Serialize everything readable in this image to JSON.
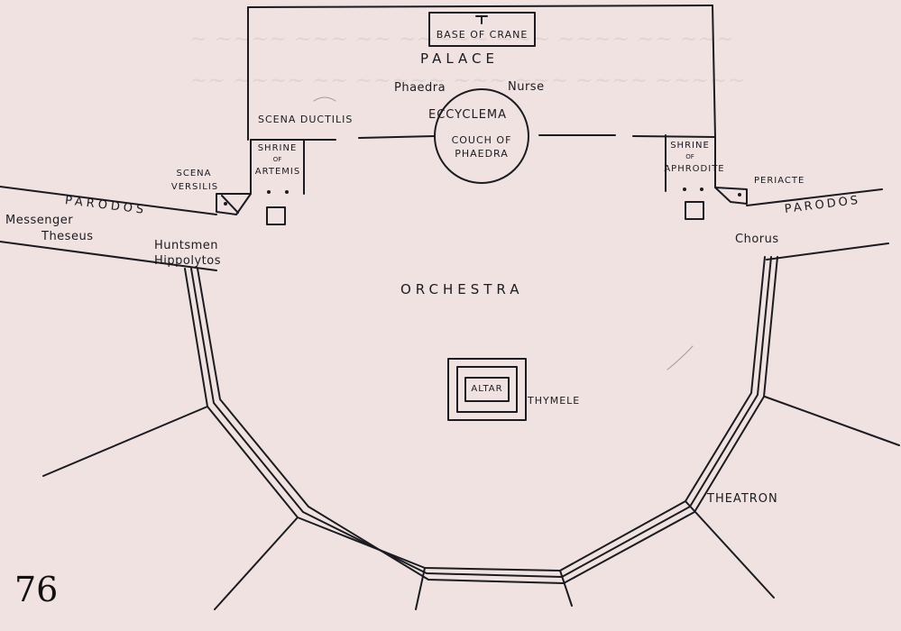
{
  "page_number": "76",
  "labels": {
    "base_of_crane": "BASE OF CRANE",
    "palace": "PALACE",
    "phaedra": "Phaedra",
    "nurse": "Nurse",
    "scena_ductilis": "SCENA DUCTILIS",
    "eccyclema": "ECCYCLEMA",
    "couch_line1": "COUCH OF",
    "couch_line2": "PHAEDRA",
    "shrine_artemis_1": "SHRINE",
    "shrine_artemis_2": "OF",
    "shrine_artemis_3": "ARTEMIS",
    "shrine_aphrodite_1": "SHRINE",
    "shrine_aphrodite_2": "OF",
    "shrine_aphrodite_3": "APHRODITE",
    "scena_versilis_1": "SCENA",
    "scena_versilis_2": "VERSILIS",
    "periacte": "PERIACTE",
    "parodos_left": "PARODOS",
    "parodos_right": "PARODOS",
    "messenger": "Messenger",
    "theseus": "Theseus",
    "huntsmen": "Huntsmen",
    "hippolytos": "Hippolytos",
    "chorus": "Chorus",
    "orchestra": "ORCHESTRA",
    "altar": "ALTAR",
    "thymele": "THYMELE",
    "theatron": "THEATRON"
  },
  "colors": {
    "background": "#efe2e0",
    "ink": "#1b1b22"
  }
}
